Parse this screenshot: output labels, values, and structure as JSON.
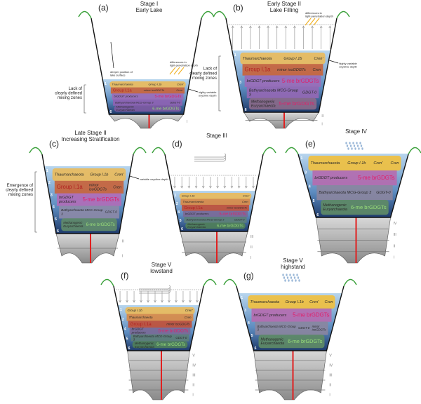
{
  "figure": {
    "panels": [
      {
        "label": "(a)",
        "title": [
          "Stage I",
          "Early Lake"
        ],
        "annotations": [
          "deeper position of lake surface",
          "differences in light-penetration depth",
          "highly variable oxycline depth",
          "Lack of clearly defined mixing zones"
        ],
        "layer_numbers": [
          "1",
          "6"
        ],
        "layers": [
          {
            "color": "#e9bb5c",
            "texts": [
              "Thaumarchaeota",
              "Group I.1b",
              "Cren'"
            ]
          },
          {
            "color": "#c8643c",
            "texts": [
              "Group I.1a",
              "minor isoGDGTs",
              "Cren"
            ]
          },
          {
            "color": "#9a6cb8",
            "texts": [
              "brGDGT producers",
              "5-me brGDGTs"
            ]
          },
          {
            "color": "#8d62b2",
            "texts": [
              "Bathyarchaeota MCG-Group 3",
              "GDGT-0"
            ]
          },
          {
            "color": "#7d5aa2",
            "texts": [
              "Methanogenic Euryarchaeota",
              "6-me brGDGTs"
            ]
          }
        ],
        "sediment_units": [
          "I"
        ]
      },
      {
        "label": "(b)",
        "title": [
          "Early Stage II",
          "Lake Filling"
        ],
        "annotations": [
          "differences in light-penetration depth",
          "highly variable oxycline depth",
          "Lack of clearly defined mixing zones"
        ],
        "layer_numbers": [
          "1",
          "3",
          "6"
        ],
        "layers": [
          {
            "color": "#e9bb5c",
            "texts": [
              "Thaumarchaeota",
              "Group I.1b",
              "Cren'"
            ]
          },
          {
            "color": "#c8643c",
            "texts": [
              "Group I.1a",
              "minor isoGDGTs",
              "Cren"
            ]
          },
          {
            "color": "#9a6cb8",
            "texts": [
              "brGDGT producers",
              "5-me brGDGTs"
            ]
          },
          {
            "color": "#9468b4",
            "texts": [
              "Bathyarchaeota MCG-Group 3",
              "GDGT-0"
            ]
          },
          {
            "color": "#8a6a8a",
            "texts": [
              "Methanogenic Euryarchaeota",
              "5-me brGDGTs"
            ]
          }
        ],
        "sediment_units": [
          "II",
          "I"
        ]
      },
      {
        "label": "(c)",
        "title": [
          "Late Stage II",
          "Increasing Stratification"
        ],
        "annotations": [
          "variable oxycline depth",
          "Emergence of clearly defined mixing zones"
        ],
        "layer_numbers": [
          "1",
          "2",
          "3",
          "4",
          "5",
          "6"
        ],
        "layers": [
          {
            "color": "#e9bb5c",
            "texts": [
              "Thaumarchaeota",
              "Group I.1b",
              "Cren'"
            ]
          },
          {
            "color": "#c8643c",
            "texts": [
              "Group I.1a",
              "minor isoGDGTs",
              "Cren"
            ]
          },
          {
            "color": "#b06cb8",
            "texts": [
              "brGDGT producers",
              "5-me brGDGTs"
            ]
          },
          {
            "color": "#8c8aa8",
            "texts": [
              "Bathyarchaeota MCG-Group 3",
              "GDGT-0"
            ]
          },
          {
            "color": "#5f8a6a",
            "texts": [
              "Methanogenic Euryarchaeota",
              "6-me brGDGTs"
            ]
          }
        ],
        "sediment_units": [
          "II",
          "I"
        ]
      },
      {
        "label": "(d)",
        "title": [
          "Stage III"
        ],
        "annotations": [],
        "layer_numbers": [
          "1",
          "2",
          "4",
          "5",
          "6"
        ],
        "layers": [
          {
            "color": "#e9bb5c",
            "texts": [
              "Group I.1b",
              "Cren'"
            ]
          },
          {
            "color": "#d88a48",
            "texts": [
              "Thaumarchaeota",
              "Cren"
            ]
          },
          {
            "color": "#c0503a",
            "texts": [
              "Group I.1a",
              "minor isoGDGTs"
            ]
          },
          {
            "color": "#7a6a98",
            "texts": [
              "brGDGT producers",
              "5-me brGDGTs"
            ]
          },
          {
            "color": "#5d7f78",
            "texts": [
              "Bathyarchaeota MCG-Group 3",
              "GDGT-0"
            ]
          },
          {
            "color": "#4f7f5a",
            "texts": [
              "Methanogenic Euryarchaeota",
              "6-me brGDGTs"
            ]
          }
        ],
        "sediment_units": [
          "III",
          "II",
          "I"
        ]
      },
      {
        "label": "(e)",
        "title": [
          "Stage IV"
        ],
        "annotations": [],
        "layer_numbers": [
          "1",
          "3",
          "4",
          "5",
          "6"
        ],
        "layers": [
          {
            "color": "#f0c040",
            "texts": [
              "Thaumarchaeota",
              "Group I.1b",
              "Cren'",
              "Cren"
            ]
          },
          {
            "color": "#b46cb0",
            "texts": [
              "brGDGT producers",
              "5-me brGDGTs"
            ]
          },
          {
            "color": "#8a86a0",
            "texts": [
              "Bathyarchaeota MCG-Group 3",
              "GDGT-0"
            ]
          },
          {
            "color": "#5e8a66",
            "texts": [
              "Methanogenic Euryarchaeota",
              "6-me brGDGTs"
            ]
          }
        ],
        "sediment_units": [
          "IV",
          "III",
          "II",
          "I"
        ]
      },
      {
        "label": "(f)",
        "title": [
          "Stage V",
          "lowstand"
        ],
        "annotations": [],
        "layer_numbers": [
          "1",
          "2",
          "4",
          "5",
          "6"
        ],
        "layers": [
          {
            "color": "#e9bb5c",
            "texts": [
              "Group I.1b",
              "Cren'"
            ]
          },
          {
            "color": "#d88a48",
            "texts": [
              "Thaumarchaeota",
              "Cren"
            ]
          },
          {
            "color": "#c0503a",
            "texts": [
              "Group I.1a",
              "minor isoGDGTs"
            ]
          },
          {
            "color": "#7a6a98",
            "texts": [
              "brGDGT producers",
              "5-me brGDGTs"
            ]
          },
          {
            "color": "#5d7f78",
            "texts": [
              "Bathyarchaeota MCG-Group 3",
              "GDGT-0"
            ]
          },
          {
            "color": "#4f7f5a",
            "texts": [
              "Methanogenic Euryarchaeota",
              "6-me brGDGTs"
            ]
          }
        ],
        "sediment_units": [
          "V",
          "IV",
          "III",
          "II",
          "I"
        ]
      },
      {
        "label": "(g)",
        "title": [
          "Stage V",
          "highstand"
        ],
        "annotations": [],
        "layer_numbers": [
          "1",
          "3",
          "4",
          "5",
          "6"
        ],
        "layers": [
          {
            "color": "#f0c040",
            "texts": [
              "Thaumarchaeota",
              "Group I.1b",
              "Cren'",
              "Cren"
            ]
          },
          {
            "color": "#b46cb0",
            "texts": [
              "brGDGT producers",
              "5-me brGDGTs"
            ]
          },
          {
            "color": "#8a86a0",
            "texts": [
              "Bathyarchaeota MCG-Group 3",
              "GDGT-0",
              "minor isoGDGTs"
            ]
          },
          {
            "color": "#5e8a66",
            "texts": [
              "Methanogenic Euryarchaeota",
              "6-me brGDGTs"
            ]
          }
        ],
        "sediment_units": [
          "V",
          "IV",
          "III",
          "II",
          "I"
        ]
      }
    ],
    "colors": {
      "rim": "#3aa03a",
      "wall": "#111111",
      "water_top": "#b8d6ee",
      "water_bottom": "#1e3a6a",
      "sediment": "#b8b8b8",
      "core": "#e02020",
      "rays": "#f0b020"
    }
  }
}
